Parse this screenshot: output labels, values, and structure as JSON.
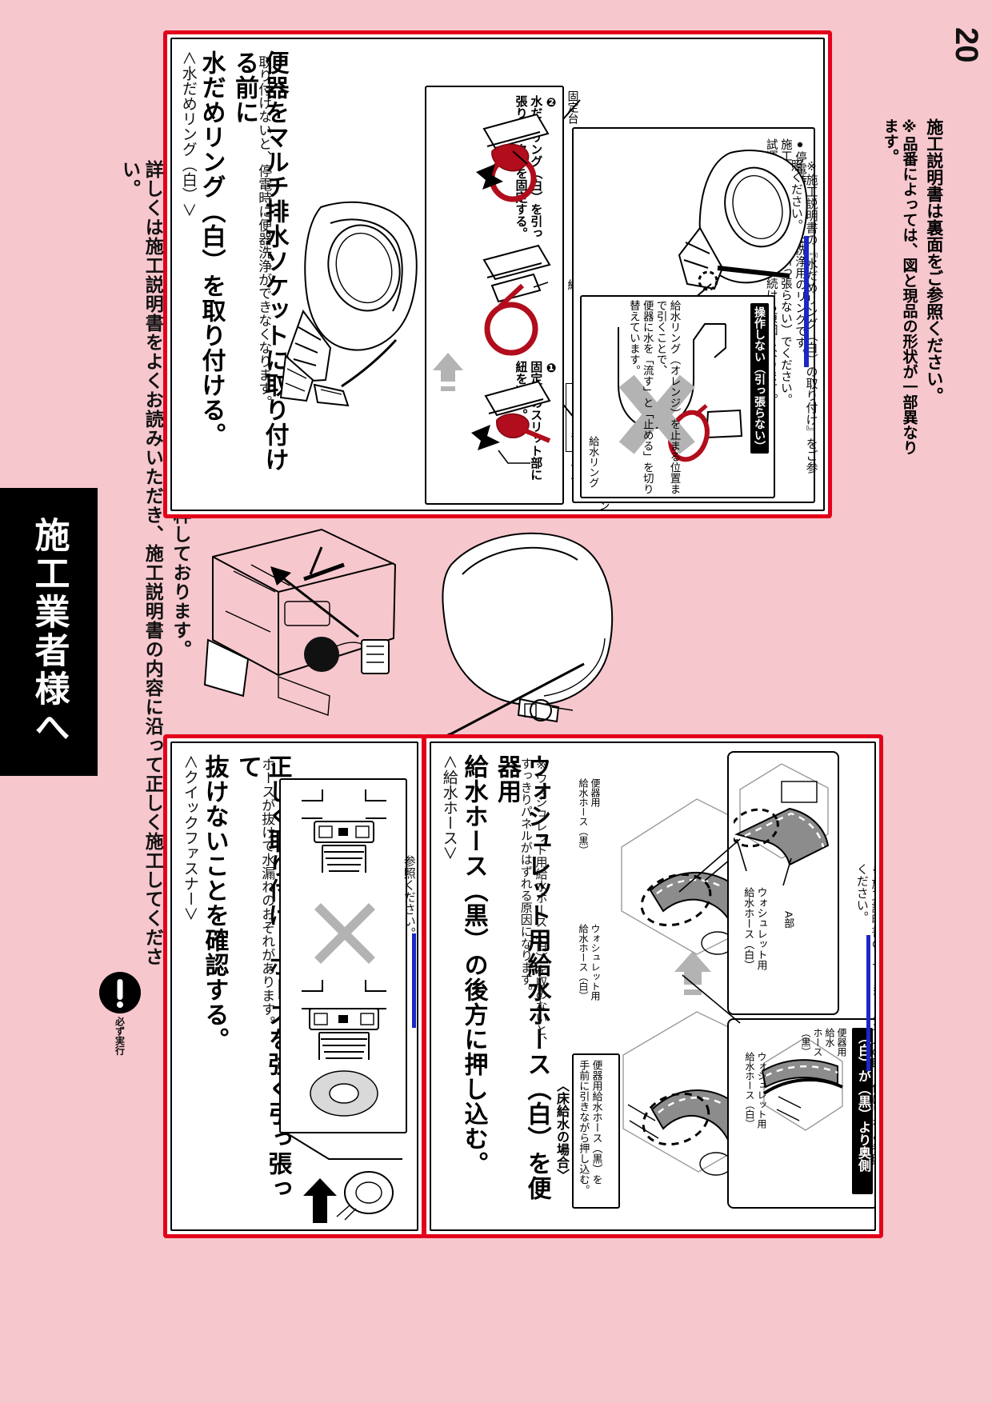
{
  "page": {
    "number": "20",
    "background_color": "#f7c7ce",
    "accent_color": "#e3001b"
  },
  "header": {
    "title": "施工業者様へ",
    "lead_line1": "この注意書は特に注意が必要な箇所を抜粋しております。",
    "lead_line2": "詳しくは施工説明書をよくお読みいただき、施工説明書の内容に沿って正しく施工してください。",
    "must_badge_label": "必ず実行",
    "must_badge_icon": "exclamation-icon"
  },
  "panel_top": {
    "section_label": "＜水だめリング（白）＞",
    "title_line1": "便器をマルチ排水ソケットに取り付ける前に",
    "title_line2": "水だめリング（白）を取り付ける。",
    "note": "取り付けないと、停電時に便器洗浄ができなくなります。",
    "steps": [
      {
        "num": "❶",
        "text": "固定台のスリット部に\n紐を通す。"
      },
      {
        "num": "❷",
        "text": "水だめリング（白）を引っ\n張りフック部を固定する。"
      }
    ],
    "callouts": {
      "fixed_base": "固定台",
      "cord": "紐",
      "slit": "スリット部",
      "ring_white_line1": "水だめリング",
      "ring_white_line2": "（白）"
    },
    "warning": {
      "bullet": "●停電時に使用する洗浄用のリングです。\n施工時は操作しない（引っ張らない）でください。\n試運転時、便器に水が流れ続ける原因となります。",
      "badge": "操作しない（引っ張らない）",
      "x_label": "給水リング",
      "body": "給水リング（オレンジ）を止まる位置まで引くことで、\n便器に水を「流す」と「止める」を切り替えています。",
      "ref": "※施工説明書の『水だめリング（白）の取り付け』をご参照ください。"
    }
  },
  "panel_bottom_left": {
    "section_label": "＜クイックファスナー＞",
    "title_line1": "正しく取り付け、ホースを強く引っ張って",
    "title_line2": "抜けないことを確認する。",
    "note": "ホースが抜けて水漏れのおそれがあります。",
    "ref": "※施工説明書の『給水ホースの接続』をご参照ください。",
    "x_mark": "incorrect-mark"
  },
  "panel_bottom_right": {
    "section_label": "＜給水ホース＞",
    "title_line1": "ウォシュレット用給水ホース（白）を便器用",
    "title_line2": "給水ホース（黒）の後方に押し込む。",
    "note": "※ウォシュレット用給水ホース（白）を収めないと、\nすっきりパネルがはずれる原因になります。",
    "floor_case_label": "〈床給水の場合〉",
    "floor_case_instruction": "便器用給水ホース（黒）を\n手前に引きながら押し込む。",
    "detail_box_a": {
      "label_a": "A部",
      "label_hose": "ウォシュレット用\n給水ホース（白）"
    },
    "detail_box_b": {
      "badge": "（白）が（黒）より奥側",
      "label_black": "便器用\n給水\nホース\n（黒）",
      "label_white": "ウォシュレット用\n給水ホース（白）"
    },
    "floor_labels": {
      "black": "便器用\n給水ホース（黒）",
      "white": "ウォシュレット用\n給水ホース（白）"
    },
    "ref": "※施工説明書の『すっきりパネルの取り付け』をご参照ください。"
  },
  "footer": {
    "line1": "施工説明書は裏面をご参照ください。",
    "line2": "※品番によっては、図と現品の形状が一部異なります。"
  }
}
